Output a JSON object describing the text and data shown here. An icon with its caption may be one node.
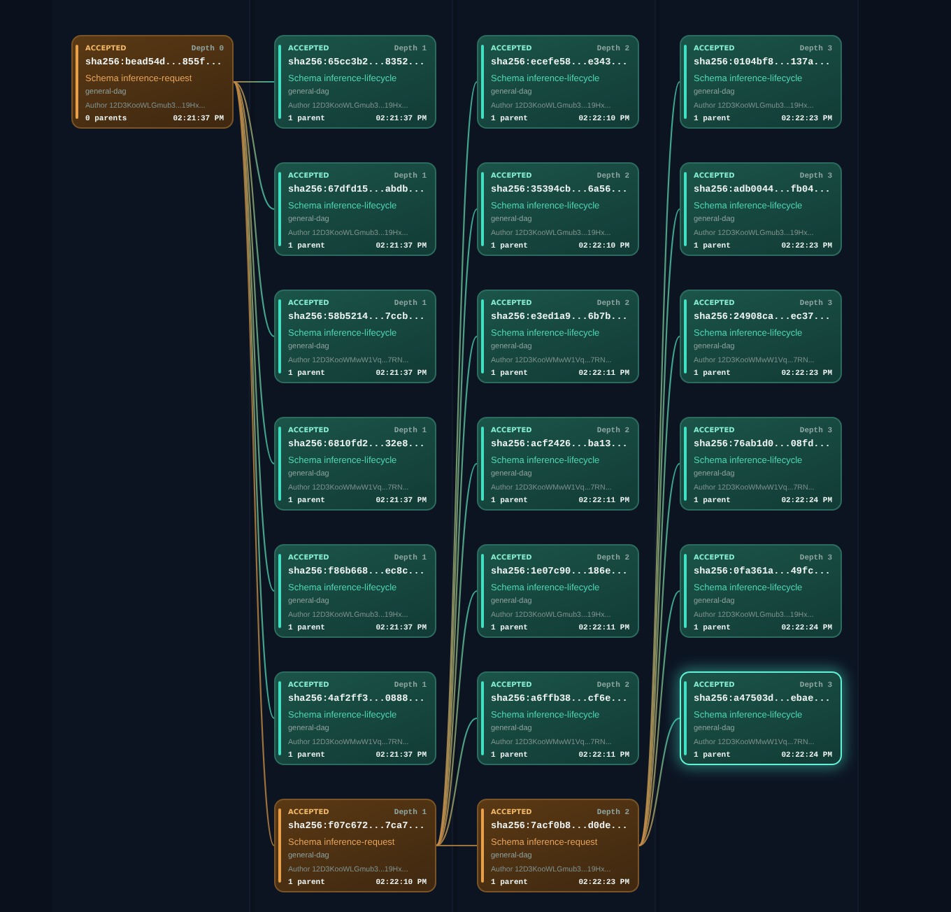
{
  "diagram": {
    "nodes": [
      {
        "text": [
          "ACCEPTED",
          "Depth 0",
          "sha256:bead54d...855f...",
          "Schema inference-request",
          "general-dag",
          "Author 12D3KooWLGmub3...19Hx...",
          "0 parents",
          "02:21:37 PM"
        ]
      },
      {
        "text": [
          "ACCEPTED",
          "Depth 1",
          "sha256:65cc3b2...8352...",
          "Schema inference-lifecycle",
          "general-dag",
          "Author 12D3KooWLGmub3...19Hx...",
          "1 parent",
          "02:21:37 PM"
        ]
      },
      {
        "text": [
          "ACCEPTED",
          "Depth 1",
          "sha256:67dfd15...abdb...",
          "Schema inference-lifecycle",
          "general-dag",
          "Author 12D3KooWLGmub3...19Hx...",
          "1 parent",
          "02:21:37 PM"
        ]
      },
      {
        "text": [
          "ACCEPTED",
          "Depth 1",
          "sha256:58b5214...7ccb...",
          "Schema inference-lifecycle",
          "general-dag",
          "Author 12D3KooWMwW1Vq...7RN...",
          "1 parent",
          "02:21:37 PM"
        ]
      },
      {
        "text": [
          "ACCEPTED",
          "Depth 1",
          "sha256:6810fd2...32e8...",
          "Schema inference-lifecycle",
          "general-dag",
          "Author 12D3KooWMwW1Vq...7RN...",
          "1 parent",
          "02:21:37 PM"
        ]
      },
      {
        "text": [
          "ACCEPTED",
          "Depth 1",
          "sha256:f86b668...ec8c...",
          "Schema inference-lifecycle",
          "general-dag",
          "Author 12D3KooWLGmub3...19Hx...",
          "1 parent",
          "02:21:37 PM"
        ]
      },
      {
        "text": [
          "ACCEPTED",
          "Depth 1",
          "sha256:4af2ff3...0888...",
          "Schema inference-lifecycle",
          "general-dag",
          "Author 12D3KooWMwW1Vq...7RN...",
          "1 parent",
          "02:21:37 PM"
        ]
      },
      {
        "text": [
          "ACCEPTED",
          "Depth 1",
          "sha256:f07c672...7ca7...",
          "Schema inference-request",
          "general-dag",
          "Author 12D3KooWLGmub3...19Hx...",
          "1 parent",
          "02:22:10 PM"
        ]
      },
      {
        "text": [
          "ACCEPTED",
          "Depth 2",
          "sha256:ecefe58...e343...",
          "Schema inference-lifecycle",
          "general-dag",
          "Author 12D3KooWLGmub3...19Hx...",
          "1 parent",
          "02:22:10 PM"
        ]
      },
      {
        "text": [
          "ACCEPTED",
          "Depth 2",
          "sha256:35394cb...6a56...",
          "Schema inference-lifecycle",
          "general-dag",
          "Author 12D3KooWLGmub3...19Hx...",
          "1 parent",
          "02:22:10 PM"
        ]
      },
      {
        "text": [
          "ACCEPTED",
          "Depth 2",
          "sha256:e3ed1a9...6b7b...",
          "Schema inference-lifecycle",
          "general-dag",
          "Author 12D3KooWMwW1Vq...7RN...",
          "1 parent",
          "02:22:11 PM"
        ]
      },
      {
        "text": [
          "ACCEPTED",
          "Depth 2",
          "sha256:acf2426...ba13...",
          "Schema inference-lifecycle",
          "general-dag",
          "Author 12D3KooWMwW1Vq...7RN...",
          "1 parent",
          "02:22:11 PM"
        ]
      },
      {
        "text": [
          "ACCEPTED",
          "Depth 2",
          "sha256:1e07c90...186e...",
          "Schema inference-lifecycle",
          "general-dag",
          "Author 12D3KooWLGmub3...19Hx...",
          "1 parent",
          "02:22:11 PM"
        ]
      },
      {
        "text": [
          "ACCEPTED",
          "Depth 2",
          "sha256:a6ffb38...cf6e...",
          "Schema inference-lifecycle",
          "general-dag",
          "Author 12D3KooWMwW1Vq...7RN...",
          "1 parent",
          "02:22:11 PM"
        ]
      },
      {
        "text": [
          "ACCEPTED",
          "Depth 2",
          "sha256:7acf0b8...d0de...",
          "Schema inference-request",
          "general-dag",
          "Author 12D3KooWLGmub3...19Hx...",
          "1 parent",
          "02:22:23 PM"
        ]
      },
      {
        "text": [
          "ACCEPTED",
          "Depth 3",
          "sha256:0104bf8...137a...",
          "Schema inference-lifecycle",
          "general-dag",
          "Author 12D3KooWLGmub3...19Hx...",
          "1 parent",
          "02:22:23 PM"
        ]
      },
      {
        "text": [
          "ACCEPTED",
          "Depth 3",
          "sha256:adb0044...fb04...",
          "Schema inference-lifecycle",
          "general-dag",
          "Author 12D3KooWLGmub3...19Hx...",
          "1 parent",
          "02:22:23 PM"
        ]
      },
      {
        "text": [
          "ACCEPTED",
          "Depth 3",
          "sha256:24908ca...ec37...",
          "Schema inference-lifecycle",
          "general-dag",
          "Author 12D3KooWMwW1Vq...7RN...",
          "1 parent",
          "02:22:23 PM"
        ]
      },
      {
        "text": [
          "ACCEPTED",
          "Depth 3",
          "sha256:76ab1d0...08fd...",
          "Schema inference-lifecycle",
          "general-dag",
          "Author 12D3KooWMwW1Vq...7RN...",
          "1 parent",
          "02:22:24 PM"
        ]
      },
      {
        "text": [
          "ACCEPTED",
          "Depth 3",
          "sha256:0fa361a...49fc...",
          "Schema inference-lifecycle",
          "general-dag",
          "Author 12D3KooWLGmub3...19Hx...",
          "1 parent",
          "02:22:24 PM"
        ]
      },
      {
        "text": [
          "ACCEPTED",
          "Depth 3",
          "sha256:a47503d...ebae...",
          "Schema inference-lifecycle",
          "general-dag",
          "Author 12D3KooWMwW1Vq...7RN...",
          "1 parent",
          "02:22:24 PM"
        ]
      }
    ],
    "edges": [
      {
        "from": 0,
        "to": 1,
        "arrow": "none"
      },
      {
        "from": 0,
        "to": 2,
        "arrow": "none"
      },
      {
        "from": 0,
        "to": 3,
        "arrow": "none"
      },
      {
        "from": 0,
        "to": 4,
        "arrow": "none"
      },
      {
        "from": 0,
        "to": 5,
        "arrow": "none"
      },
      {
        "from": 0,
        "to": 6,
        "arrow": "none"
      },
      {
        "from": 0,
        "to": 7,
        "arrow": "none",
        "color": "#b7833f"
      },
      {
        "from": 7,
        "to": 8,
        "arrow": "none"
      },
      {
        "from": 7,
        "to": 9,
        "arrow": "none"
      },
      {
        "from": 7,
        "to": 10,
        "arrow": "none"
      },
      {
        "from": 7,
        "to": 11,
        "arrow": "none"
      },
      {
        "from": 7,
        "to": 12,
        "arrow": "none"
      },
      {
        "from": 7,
        "to": 13,
        "arrow": "none"
      },
      {
        "from": 7,
        "to": 14,
        "arrow": "none",
        "color": "#b7833f"
      },
      {
        "from": 14,
        "to": 15,
        "arrow": "none"
      },
      {
        "from": 14,
        "to": 16,
        "arrow": "none"
      },
      {
        "from": 14,
        "to": 17,
        "arrow": "none"
      },
      {
        "from": 14,
        "to": 18,
        "arrow": "none"
      },
      {
        "from": 14,
        "to": 19,
        "arrow": "none"
      },
      {
        "from": 14,
        "to": 20,
        "arrow": "none"
      }
    ]
  }
}
